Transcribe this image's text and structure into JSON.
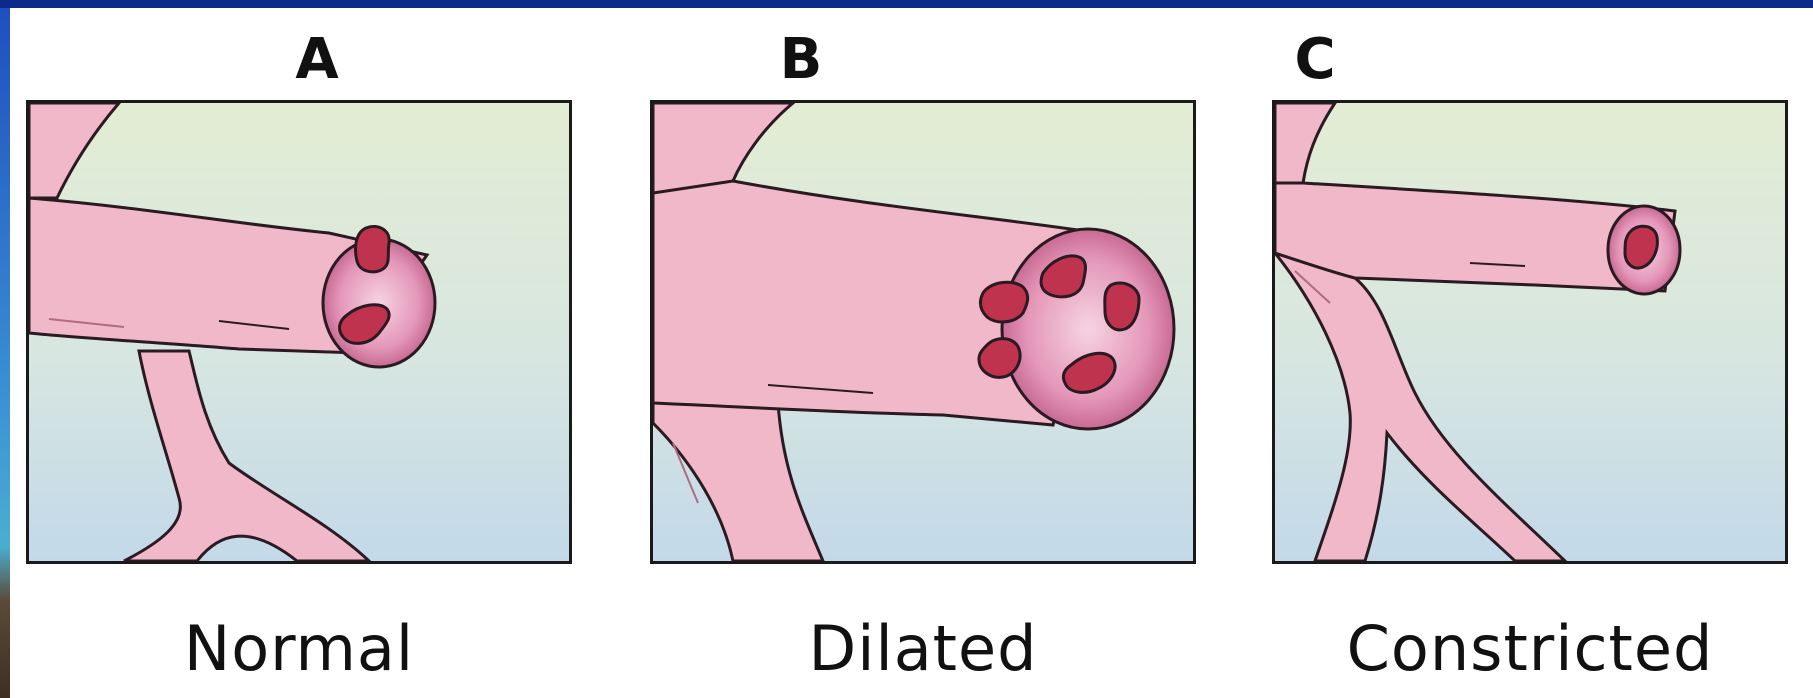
{
  "panels": [
    {
      "letter": "A",
      "caption": "Normal"
    },
    {
      "letter": "B",
      "caption": "Dilated"
    },
    {
      "letter": "C",
      "caption": "Constricted"
    }
  ],
  "colors": {
    "frame": "#0c2a8c",
    "vessel_fill": "#f0b8c8",
    "vessel_stroke": "#2a1a22",
    "lumen": "#d97aa3",
    "red_blood_cell": "#c0334e",
    "background_top": "#e8f1d8",
    "background_bottom": "#c5dbe8"
  },
  "icons": {
    "vessel": "blood-vessel-illustration",
    "cell": "red-blood-cell-icon"
  }
}
